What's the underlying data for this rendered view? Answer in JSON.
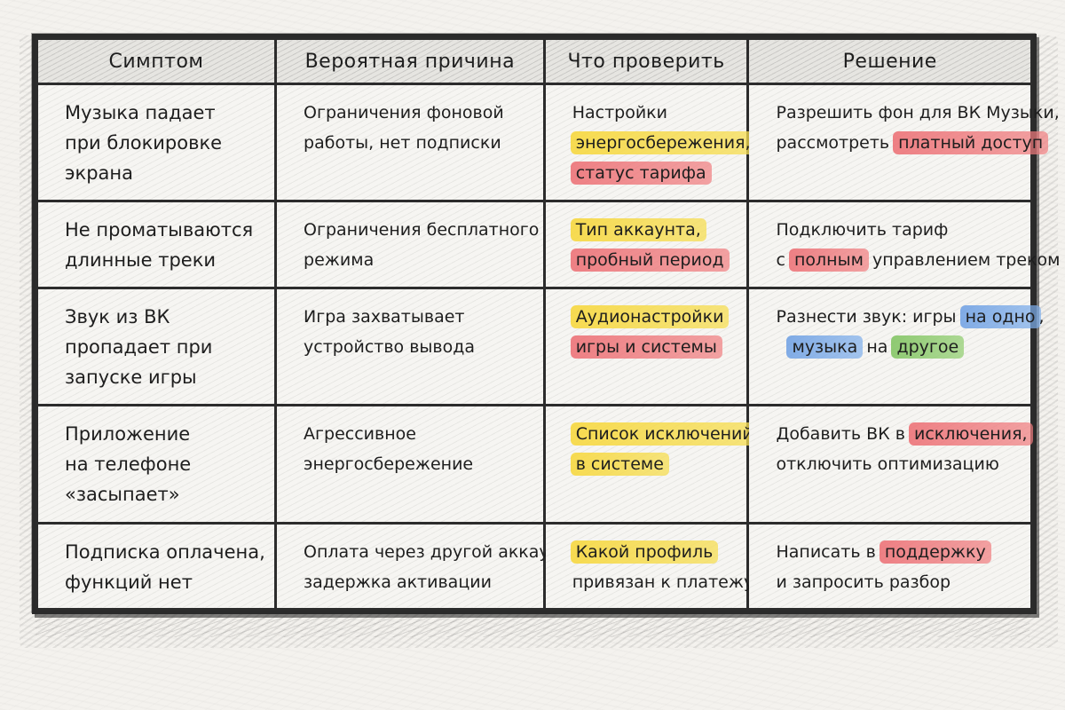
{
  "table": {
    "headers": [
      "Симптом",
      "Вероятная причина",
      "Что проверить",
      "Решение"
    ],
    "rows": [
      {
        "symptom": [
          "Музыка падает",
          "при блокировке",
          "экрана"
        ],
        "cause": [
          "Ограничения фоновой",
          "работы, нет подписки"
        ],
        "check": [
          [
            {
              "t": "Настройки"
            }
          ],
          [
            {
              "t": "энергосбережения,",
              "hl": "yellow"
            }
          ],
          [
            {
              "t": "статус тарифа",
              "hl": "red"
            }
          ]
        ],
        "solution": [
          [
            {
              "t": "Разрешить фон для ВК Музыки,"
            }
          ],
          [
            {
              "t": "рассмотреть "
            },
            {
              "t": "платный доступ",
              "hl": "red"
            }
          ]
        ]
      },
      {
        "symptom": [
          "Не проматываются",
          "длинные треки"
        ],
        "cause": [
          "Ограничения бесплатного",
          "режима"
        ],
        "check": [
          [
            {
              "t": "Тип аккаунта,",
              "hl": "yellow"
            }
          ],
          [
            {
              "t": "пробный период",
              "hl": "red"
            }
          ]
        ],
        "solution": [
          [
            {
              "t": "Подключить тариф"
            }
          ],
          [
            {
              "t": "с "
            },
            {
              "t": "полным",
              "hl": "red"
            },
            {
              "t": " управлением треком"
            }
          ]
        ]
      },
      {
        "symptom": [
          "Звук из ВК",
          "пропадает при",
          "запуске игры"
        ],
        "cause": [
          "Игра захватывает",
          "устройство вывода"
        ],
        "check": [
          [
            {
              "t": "Аудионастройки",
              "hl": "yellow"
            }
          ],
          [
            {
              "t": "игры и системы",
              "hl": "red"
            }
          ]
        ],
        "solution": [
          [
            {
              "t": "Разнести звук: игры "
            },
            {
              "t": "на одно",
              "hl": "blue"
            },
            {
              "t": ","
            }
          ],
          [
            {
              "t": "музыка",
              "hl": "blue"
            },
            {
              "t": " на "
            },
            {
              "t": "другое",
              "hl": "green"
            }
          ]
        ]
      },
      {
        "symptom": [
          "Приложение",
          "на телефоне",
          "«засыпает»"
        ],
        "cause": [
          "Агрессивное",
          "энергосбережение"
        ],
        "check": [
          [
            {
              "t": "Список исключений",
              "hl": "yellow"
            }
          ],
          [
            {
              "t": "в системе",
              "hl": "yellow"
            }
          ]
        ],
        "solution": [
          [
            {
              "t": "Добавить ВК в "
            },
            {
              "t": "исключения,",
              "hl": "red"
            }
          ],
          [
            {
              "t": "отключить оптимизацию"
            }
          ]
        ]
      },
      {
        "symptom": [
          "Подписка оплачена,",
          "функций нет"
        ],
        "cause": [
          "Оплата через другой аккаунт,",
          "задержка активации"
        ],
        "check": [
          [
            {
              "t": "Какой профиль",
              "hl": "yellow"
            }
          ],
          [
            {
              "t": "привязан к платежу"
            }
          ]
        ],
        "solution": [
          [
            {
              "t": "Написать в "
            },
            {
              "t": "поддержку",
              "hl": "red"
            }
          ],
          [
            {
              "t": "и запросить разбор"
            }
          ]
        ]
      }
    ]
  },
  "colors": {
    "yellow": "#f7d634",
    "red": "#ec6268",
    "blue": "#6298e2",
    "green": "#7cc25c",
    "ink": "#1e1e1e"
  }
}
